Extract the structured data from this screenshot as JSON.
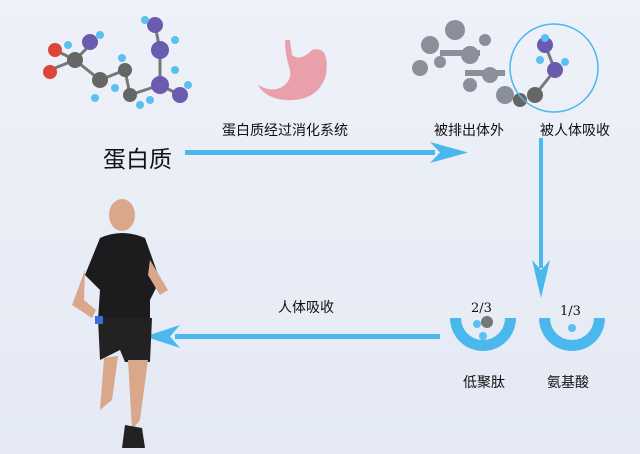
{
  "protein_label": "蛋白质",
  "digestion_label": "蛋白质经过消化系统",
  "excreted_label": "被排出体外",
  "absorbed_label": "被人体吸收",
  "body_absorb_label": "人体吸收",
  "oligopeptide": {
    "fraction": "2/3",
    "label": "低聚肽"
  },
  "amino_acid": {
    "fraction": "1/3",
    "label": "氨基酸"
  },
  "colors": {
    "arrow": "#4ab8ec",
    "stomach": "#e9a0aa",
    "molecule_gray": "#8a8f99",
    "atom_blue": "#5aa8e8",
    "atom_purple": "#6a5bb0",
    "atom_red": "#d9473a"
  }
}
